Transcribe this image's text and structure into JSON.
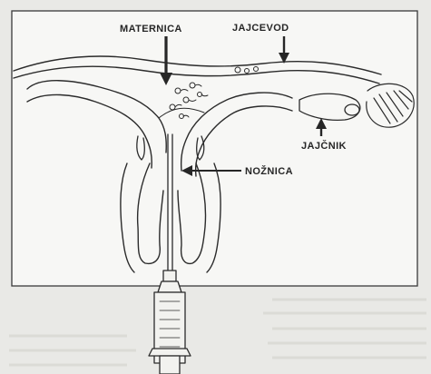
{
  "labels": {
    "uterus": "MATERNICA",
    "fallopian_tube": "JAJCEVOD",
    "ovary": "JAJČNIK",
    "vagina": "NOŽNICA"
  },
  "colors": {
    "paper": "#e9e9e6",
    "panel": "#f7f7f5",
    "ink": "#2b2b2b"
  }
}
